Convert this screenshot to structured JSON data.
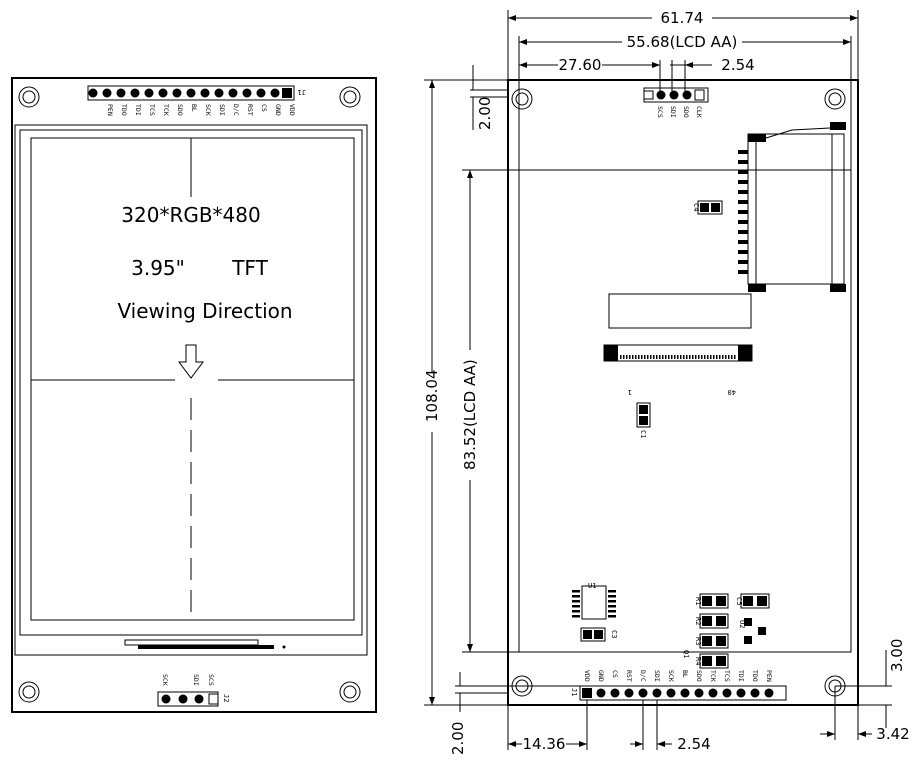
{
  "front_view": {
    "center_text": {
      "resolution": "320*RGB*480",
      "size": "3.95\"",
      "type": "TFT",
      "direction": "Viewing Direction"
    },
    "j1_header": {
      "label": "J1",
      "pins": [
        "VDD",
        "GND",
        "CS",
        "RST",
        "D/C",
        "SDI",
        "SCK",
        "BL",
        "SDO",
        "TCK",
        "TCS",
        "TDI",
        "TDO",
        "PEN"
      ]
    },
    "j2_header": {
      "label": "J2",
      "pins": [
        "SCS",
        "SDI",
        "SCK"
      ]
    }
  },
  "back_view": {
    "dimensions": {
      "total_width": "61.74",
      "lcd_aa_width": "55.68(LCD AA)",
      "header_offset": "27.60",
      "top_pitch": "2.54",
      "top_margin": "2.00",
      "total_height": "108.04",
      "lcd_aa_height": "83.52(LCD AA)",
      "bottom_margin": "2.00",
      "bottom_left": "14.36",
      "bottom_pitch": "2.54",
      "hole_offset_y": "3.00",
      "hole_offset_x": "3.42"
    },
    "top_header_pins": [
      "SCS",
      "SDI",
      "SDO",
      "CLK"
    ],
    "bottom_header": {
      "label": "J1",
      "pins": [
        "VDD",
        "GND",
        "CS",
        "RST",
        "D/C",
        "SDI",
        "SCK",
        "BL",
        "SDO",
        "TCK",
        "TCS",
        "TDI",
        "TDO",
        "PEN"
      ]
    },
    "fpc_labels": {
      "first": "1",
      "last": "40"
    },
    "component_labels": [
      "C4",
      "C1",
      "U1",
      "C3",
      "C5",
      "R1",
      "U2",
      "R2",
      "R3",
      "R4",
      "Q1"
    ]
  }
}
